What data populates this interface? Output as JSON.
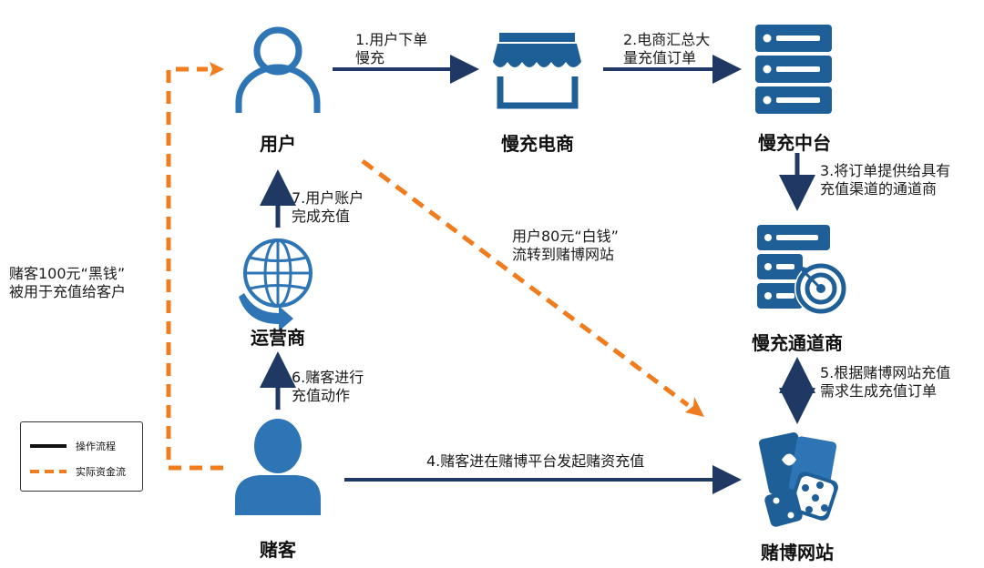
{
  "nodes": {
    "user": "用户",
    "ecommerce": "慢充电商",
    "platform": "慢充中台",
    "channel": "慢充通道商",
    "carrier": "运营商",
    "gambler": "赌客",
    "gambling_site": "赌博网站"
  },
  "steps": {
    "s1": [
      "1.用户下单",
      "慢充"
    ],
    "s2": [
      "2.电商汇总大",
      "量充值订单"
    ],
    "s3": [
      "3.将订单提供给具有",
      "充值渠道的通道商"
    ],
    "s4": "4.赌客进在赌博平台发起赌资充值",
    "s5": [
      "5.根据赌博网站充值",
      "需求生成充值订单"
    ],
    "s6": [
      "6.赌客进行",
      "充值动作"
    ],
    "s7": [
      "7.用户账户",
      "完成充值"
    ]
  },
  "money": {
    "white": [
      "用户80元“白钱”",
      "流转到赌博网站"
    ],
    "black": [
      "赌客100元“黑钱”",
      "被用于充值给客户"
    ]
  },
  "legend": {
    "operation": "操作流程",
    "funds": "实际资金流"
  },
  "colors": {
    "operation_arrow": "#1f3864",
    "funds_arrow": "#f07c1e",
    "icon_blue": "#1f5f98",
    "icon_mid": "#2e75b6"
  }
}
